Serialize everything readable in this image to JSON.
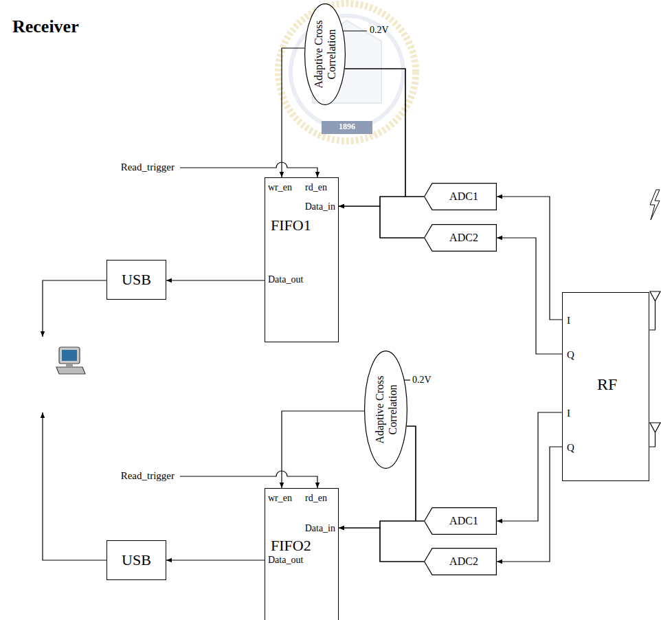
{
  "diagram": {
    "title": "Receiver",
    "nodes": [
      {
        "text": [
          "Adaptive Cross Correlation"
        ]
      },
      {
        "text": [
          "wr_en",
          "rd_en",
          "Data_in",
          "FIFO1",
          "Data_out"
        ]
      },
      {
        "text": [
          "ADC1"
        ]
      },
      {
        "text": [
          "ADC2"
        ]
      },
      {
        "text": [
          "USB"
        ]
      },
      {
        "text": [
          "I",
          "Q",
          "RF",
          "I",
          "Q"
        ]
      },
      {
        "text": [
          "Adaptive Cross Correlation"
        ]
      },
      {
        "text": [
          "wr_en",
          "rd_en",
          "Data_in",
          "FIFO2",
          "Data_out"
        ]
      },
      {
        "text": [
          "ADC1"
        ]
      },
      {
        "text": [
          "ADC2"
        ]
      },
      {
        "text": [
          "USB"
        ]
      }
    ],
    "edges": [
      {
        "from": 2,
        "to": 1,
        "arrow": "to"
      },
      {
        "from": 3,
        "to": 1,
        "arrow": "to"
      },
      {
        "from": 2,
        "to": 0,
        "arrow": "none"
      },
      {
        "from": 3,
        "to": 0,
        "arrow": "none"
      },
      {
        "from": 0,
        "to": 1,
        "arrow": "to"
      },
      {
        "from": 1,
        "to": 4,
        "arrow": "to"
      },
      {
        "from": 5,
        "to": 2,
        "arrow": "to"
      },
      {
        "from": 5,
        "to": 3,
        "arrow": "to"
      },
      {
        "from": 8,
        "to": 7,
        "arrow": "to"
      },
      {
        "from": 9,
        "to": 7,
        "arrow": "to"
      },
      {
        "from": 8,
        "to": 6,
        "arrow": "none"
      },
      {
        "from": 9,
        "to": 6,
        "arrow": "none"
      },
      {
        "from": 6,
        "to": 7,
        "arrow": "to"
      },
      {
        "from": 7,
        "to": 10,
        "arrow": "to"
      },
      {
        "from": 5,
        "to": 8,
        "arrow": "to"
      },
      {
        "from": 5,
        "to": 9,
        "arrow": "to"
      }
    ],
    "labels": [
      "0.2V",
      "Read_trigger",
      "0.2V",
      "Read_trigger",
      "1896"
    ]
  }
}
